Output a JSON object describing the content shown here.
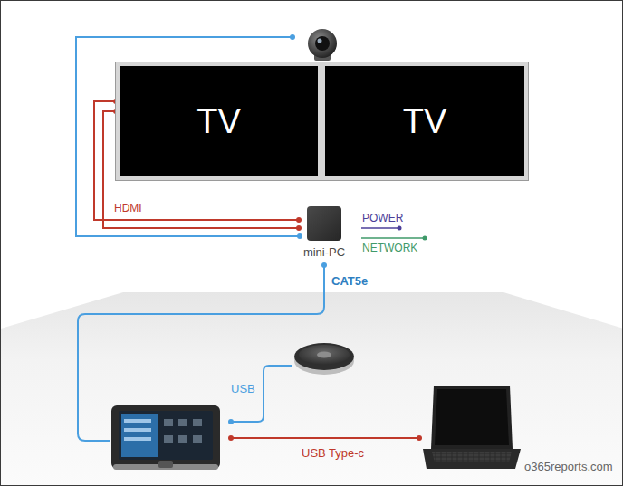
{
  "diagram": {
    "nodes": [
      {
        "text": [
          "TV"
        ]
      },
      {
        "text": [
          "TV"
        ]
      },
      {
        "text": [
          "mini-PC"
        ]
      }
    ],
    "edges": [
      {
        "from": 2,
        "to": 0,
        "arrow": "none",
        "label": "HDMI"
      },
      {
        "from": 2,
        "to": 0,
        "arrow": "none"
      }
    ],
    "labels": [
      "POWER",
      "NETWORK",
      "CAT5e",
      "USB",
      "USB Type-c",
      "o365reports.com"
    ]
  }
}
